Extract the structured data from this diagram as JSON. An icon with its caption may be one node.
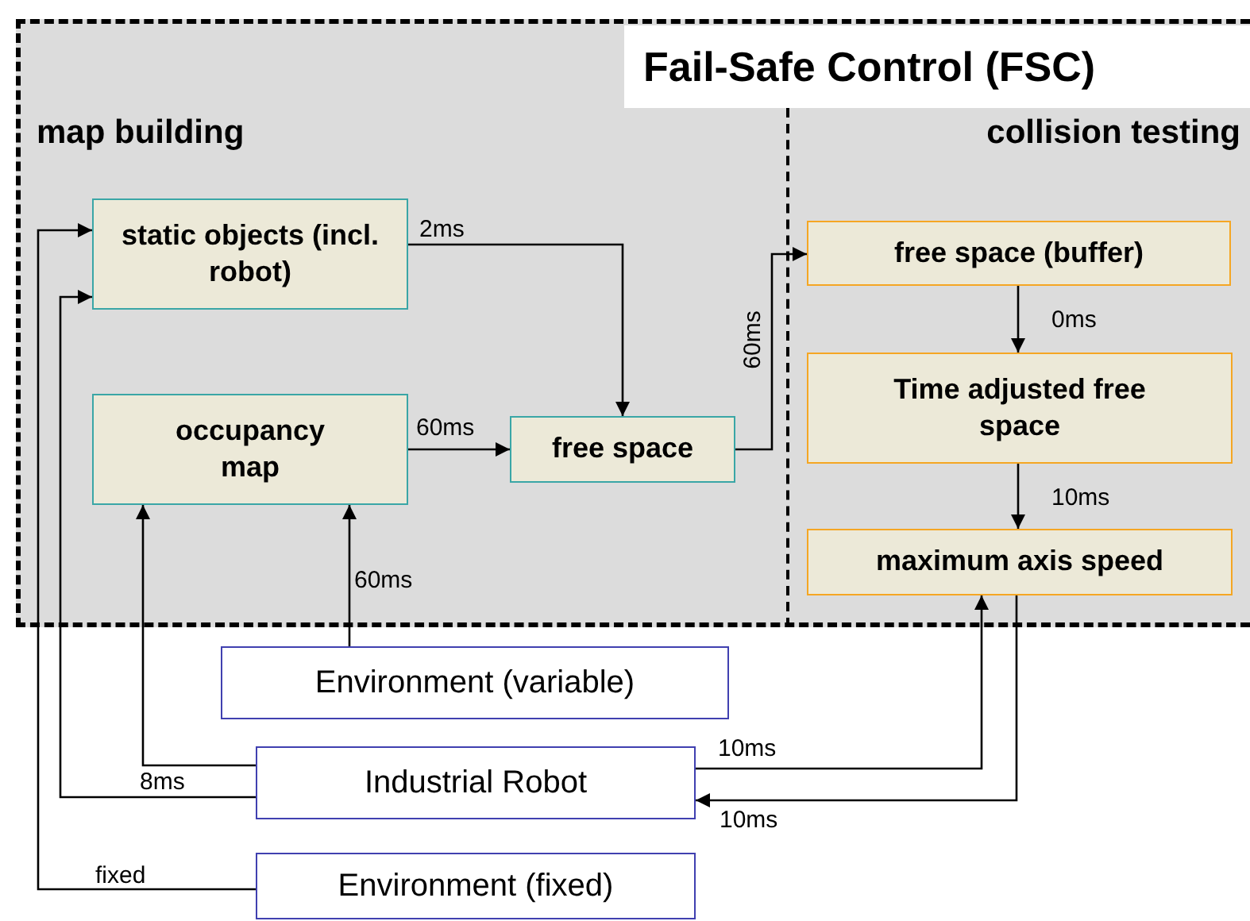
{
  "diagram": {
    "nodes": [
      {
        "text": [
          "Fail-Safe Control (FSC)"
        ]
      },
      {
        "text": [
          "map building"
        ],
        "in": 0
      },
      {
        "text": [
          "collision testing"
        ],
        "in": 0
      },
      {
        "text": [
          "static objects (incl. robot)"
        ],
        "in": 1
      },
      {
        "text": [
          "occupancy map"
        ],
        "in": 1
      },
      {
        "text": [
          "free space"
        ],
        "in": 1
      },
      {
        "text": [
          "free space (buffer)"
        ],
        "in": 2
      },
      {
        "text": [
          "Time adjusted free space"
        ],
        "in": 2
      },
      {
        "text": [
          "maximum axis speed"
        ],
        "in": 2
      },
      {
        "text": [
          "Environment (variable)"
        ]
      },
      {
        "text": [
          "Industrial Robot"
        ]
      },
      {
        "text": [
          "Environment (fixed)"
        ]
      }
    ],
    "edges": [
      {
        "from": 3,
        "to": 5,
        "arrow": "to",
        "label": "2ms"
      },
      {
        "from": 4,
        "to": 5,
        "arrow": "to",
        "label": "60ms"
      },
      {
        "from": 5,
        "to": 6,
        "arrow": "to",
        "label": "60ms"
      },
      {
        "from": 6,
        "to": 7,
        "arrow": "to",
        "label": "0ms"
      },
      {
        "from": 7,
        "to": 8,
        "arrow": "to",
        "label": "10ms"
      },
      {
        "from": 9,
        "to": 4,
        "arrow": "to",
        "label": "60ms"
      },
      {
        "from": 10,
        "to": 4,
        "arrow": "to"
      },
      {
        "from": 10,
        "to": 3,
        "arrow": "to",
        "label": "8ms"
      },
      {
        "from": 11,
        "to": 3,
        "arrow": "to",
        "label": "fixed"
      },
      {
        "from": 10,
        "to": 8,
        "arrow": "to",
        "label": "10ms"
      },
      {
        "from": 8,
        "to": 10,
        "arrow": "to",
        "label": "10ms"
      }
    ]
  }
}
